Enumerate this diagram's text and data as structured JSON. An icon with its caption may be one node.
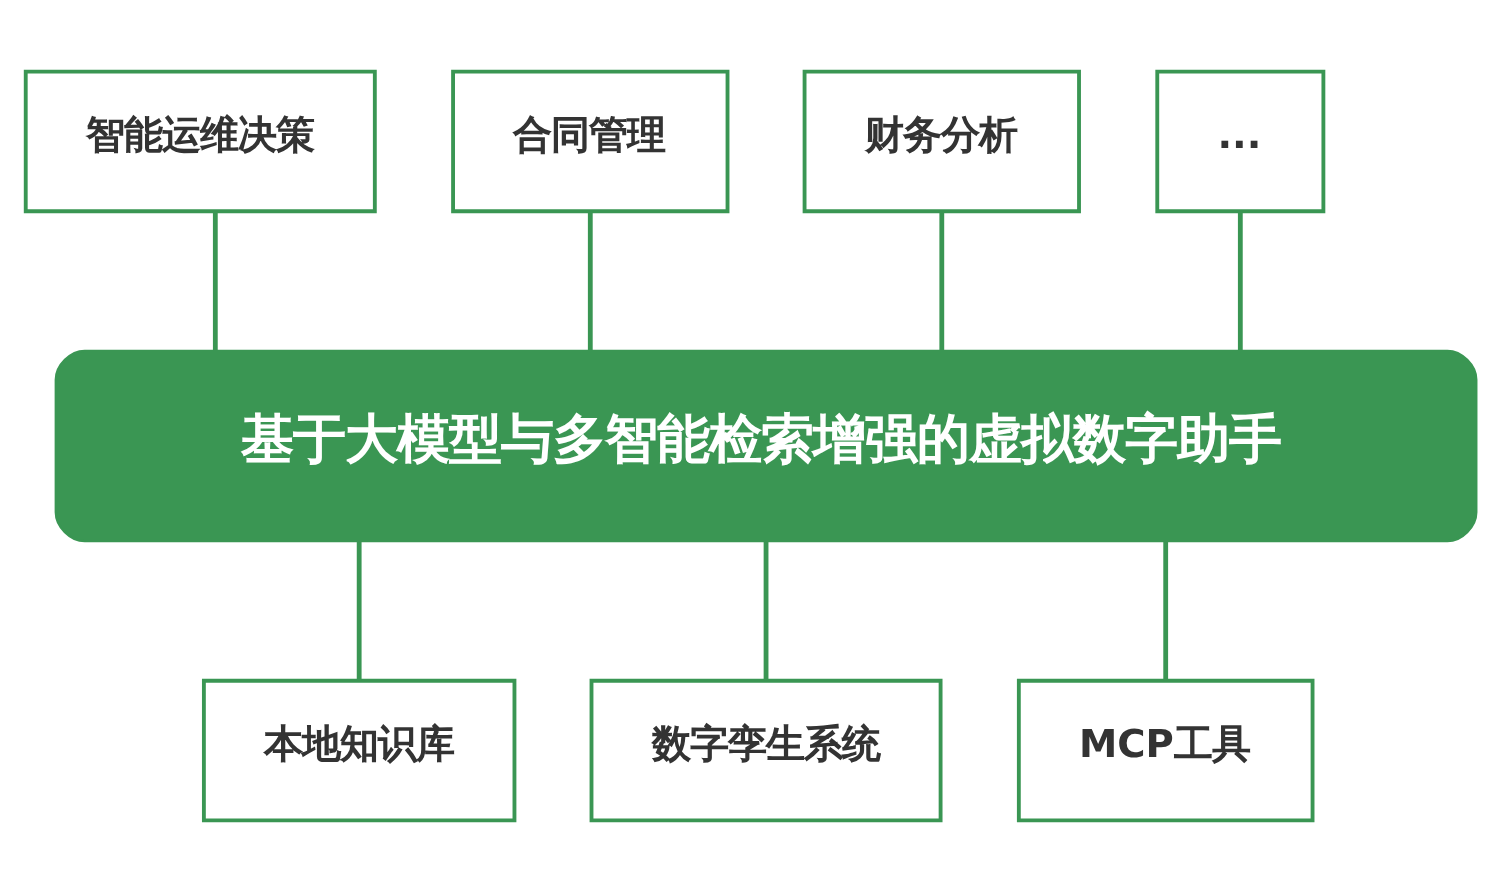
{
  "diagram": {
    "nodes": [
      {
        "text": [
          "智能运维决策"
        ]
      },
      {
        "text": [
          "合同管理"
        ]
      },
      {
        "text": [
          "财务分析"
        ]
      },
      {
        "text": [
          "..."
        ]
      },
      {
        "text": [
          "基于大模型与多智能检索增强的虚拟数字助手"
        ]
      },
      {
        "text": [
          "本地知识库"
        ]
      },
      {
        "text": [
          "数字孪生系统"
        ]
      },
      {
        "text": [
          "MCP工具"
        ]
      }
    ],
    "edges": [
      {
        "from": 0,
        "to": 4,
        "arrow": "none"
      },
      {
        "from": 1,
        "to": 4,
        "arrow": "none"
      },
      {
        "from": 2,
        "to": 4,
        "arrow": "none"
      },
      {
        "from": 3,
        "to": 4,
        "arrow": "none"
      },
      {
        "from": 4,
        "to": 5,
        "arrow": "none"
      },
      {
        "from": 4,
        "to": 6,
        "arrow": "none"
      },
      {
        "from": 4,
        "to": 7,
        "arrow": "none"
      }
    ]
  }
}
